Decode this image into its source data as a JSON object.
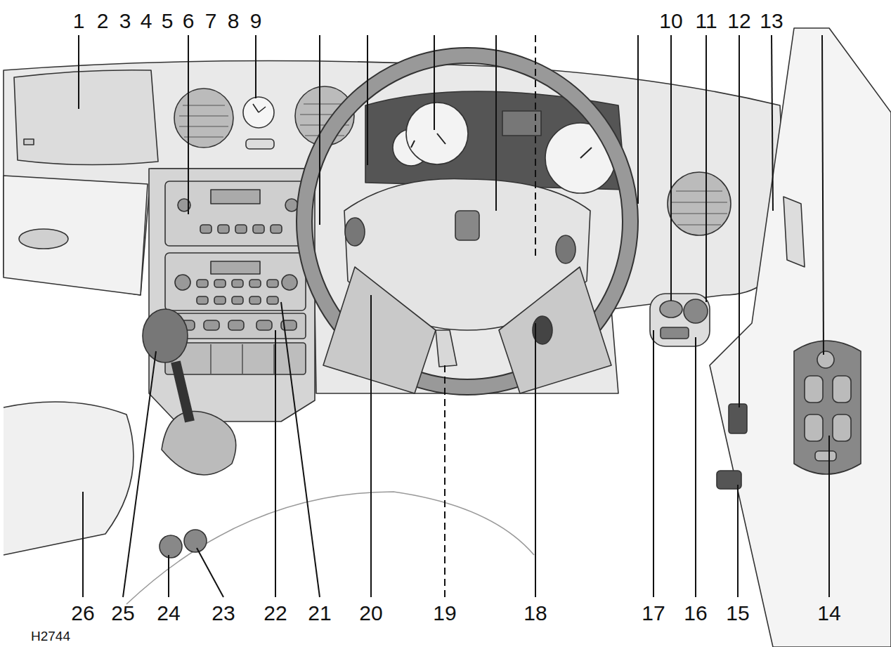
{
  "diagram": {
    "labels": [
      "1",
      "2",
      "3",
      "4",
      "5",
      "6",
      "7",
      "8",
      "9",
      "10",
      "11",
      "12",
      "13",
      "14",
      "15",
      "16",
      "17",
      "18",
      "19",
      "20",
      "21",
      "22",
      "23",
      "24",
      "25",
      "26",
      "H2744"
    ]
  }
}
